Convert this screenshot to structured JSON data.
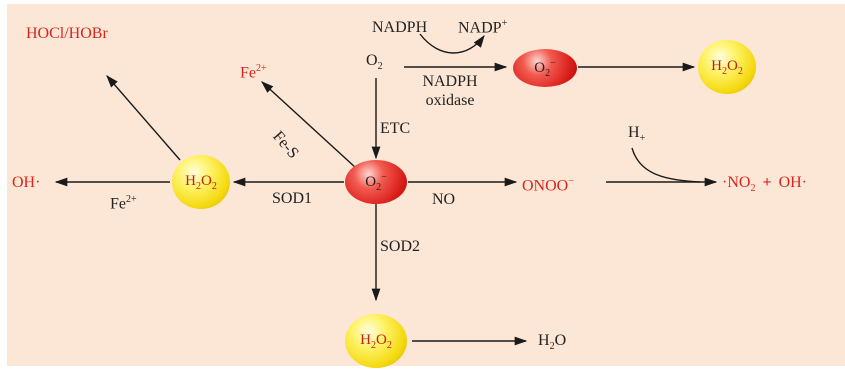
{
  "species": {
    "hocl_hobr": "HOCl/HOBr",
    "fe2_label": "Fe",
    "fe2_sup": "2+",
    "o2": "O",
    "o2_sub": "2",
    "nadph": "NADPH",
    "nadp": "NADP",
    "nadp_sup": "+",
    "nadph_oxidase_1": "NADPH",
    "nadph_oxidase_2": "oxidase",
    "superoxide_main": "O",
    "superoxide_sub": "2",
    "superoxide_sup": "−",
    "h2o2_h": "H",
    "h2o2_2a": "2",
    "h2o2_o": "O",
    "h2o2_2b": "2",
    "oh_left": "OH·",
    "onoo": "ONOO",
    "onoo_sup": "−",
    "h_plus": "H",
    "h_plus_sub": "+",
    "no2_dot": "·NO",
    "no2_sub": "2",
    "plus_sign": "+",
    "oh_right": "OH·",
    "h2o": "H",
    "h2o_sub": "2",
    "h2o_o": "O"
  },
  "edges": {
    "etc": "ETC",
    "fes": "Fe-S",
    "sod1": "SOD1",
    "fe2_left": "Fe",
    "fe2_left_sup": "2+",
    "no": "NO",
    "sod2": "SOD2"
  },
  "colors": {
    "panel": "#fce6d6",
    "red_text": "#d8261e",
    "arrow": "#1a1a1a"
  }
}
